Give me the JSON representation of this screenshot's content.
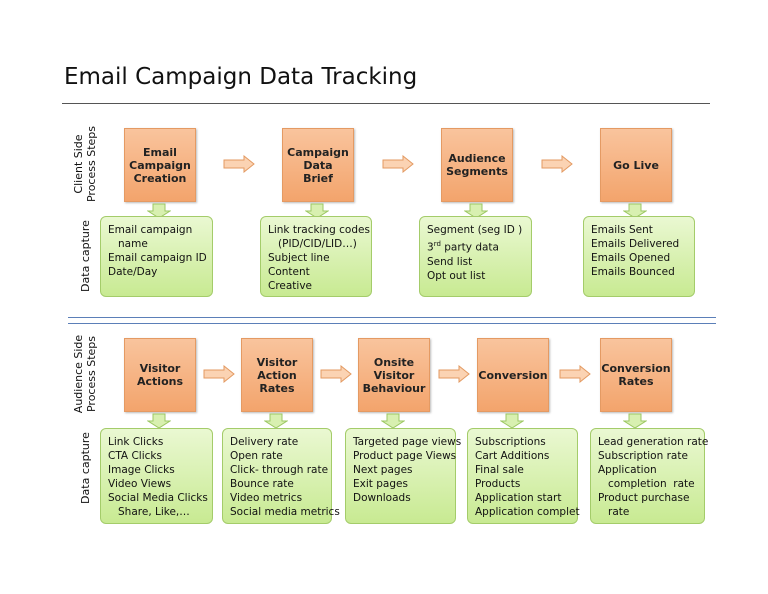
{
  "title": "Email Campaign Data Tracking",
  "client": {
    "side_label": "Client Side\nProcess Steps",
    "capture_label": "Data capture",
    "steps": [
      "Email\nCampaign\nCreation",
      "Campaign\nData\nBrief",
      "Audience\nSegments",
      "Go Live"
    ],
    "captures": [
      [
        "Email campaign",
        "   name",
        "Email campaign ID",
        "Date/Day"
      ],
      [
        "Link tracking codes",
        "   (PID/CID/LID…)",
        "Subject line",
        "Content",
        "Creative"
      ],
      [
        "Segment (seg ID )",
        "3rd party data",
        "Send list",
        "Opt out list"
      ],
      [
        "Emails Sent",
        "Emails Delivered",
        "Emails Opened",
        "Emails Bounced"
      ]
    ]
  },
  "audience": {
    "side_label": "Audience Side\nProcess Steps",
    "capture_label": "Data capture",
    "steps": [
      "Visitor\nActions",
      "Visitor\nAction\nRates",
      "Onsite\nVisitor\nBehaviour",
      "Conversion",
      "Conversion\nRates"
    ],
    "captures": [
      [
        "Link Clicks",
        "CTA Clicks",
        "Image Clicks",
        "Video Views",
        "Social Media Clicks",
        "   Share, Like,…"
      ],
      [
        "Delivery rate",
        "Open rate",
        "Click- through rate",
        "Bounce rate",
        "Video metrics",
        "Social media metrics"
      ],
      [
        "Targeted page views",
        "Product page Views",
        "Next pages",
        "Exit pages",
        "Downloads"
      ],
      [
        "Subscriptions",
        "Cart Additions",
        "Final sale",
        "Products",
        "Application start",
        "Application complet"
      ],
      [
        "Lead generation rate",
        "Subscription rate",
        "Application",
        "   completion  rate",
        "Product purchase",
        "   rate"
      ]
    ]
  }
}
